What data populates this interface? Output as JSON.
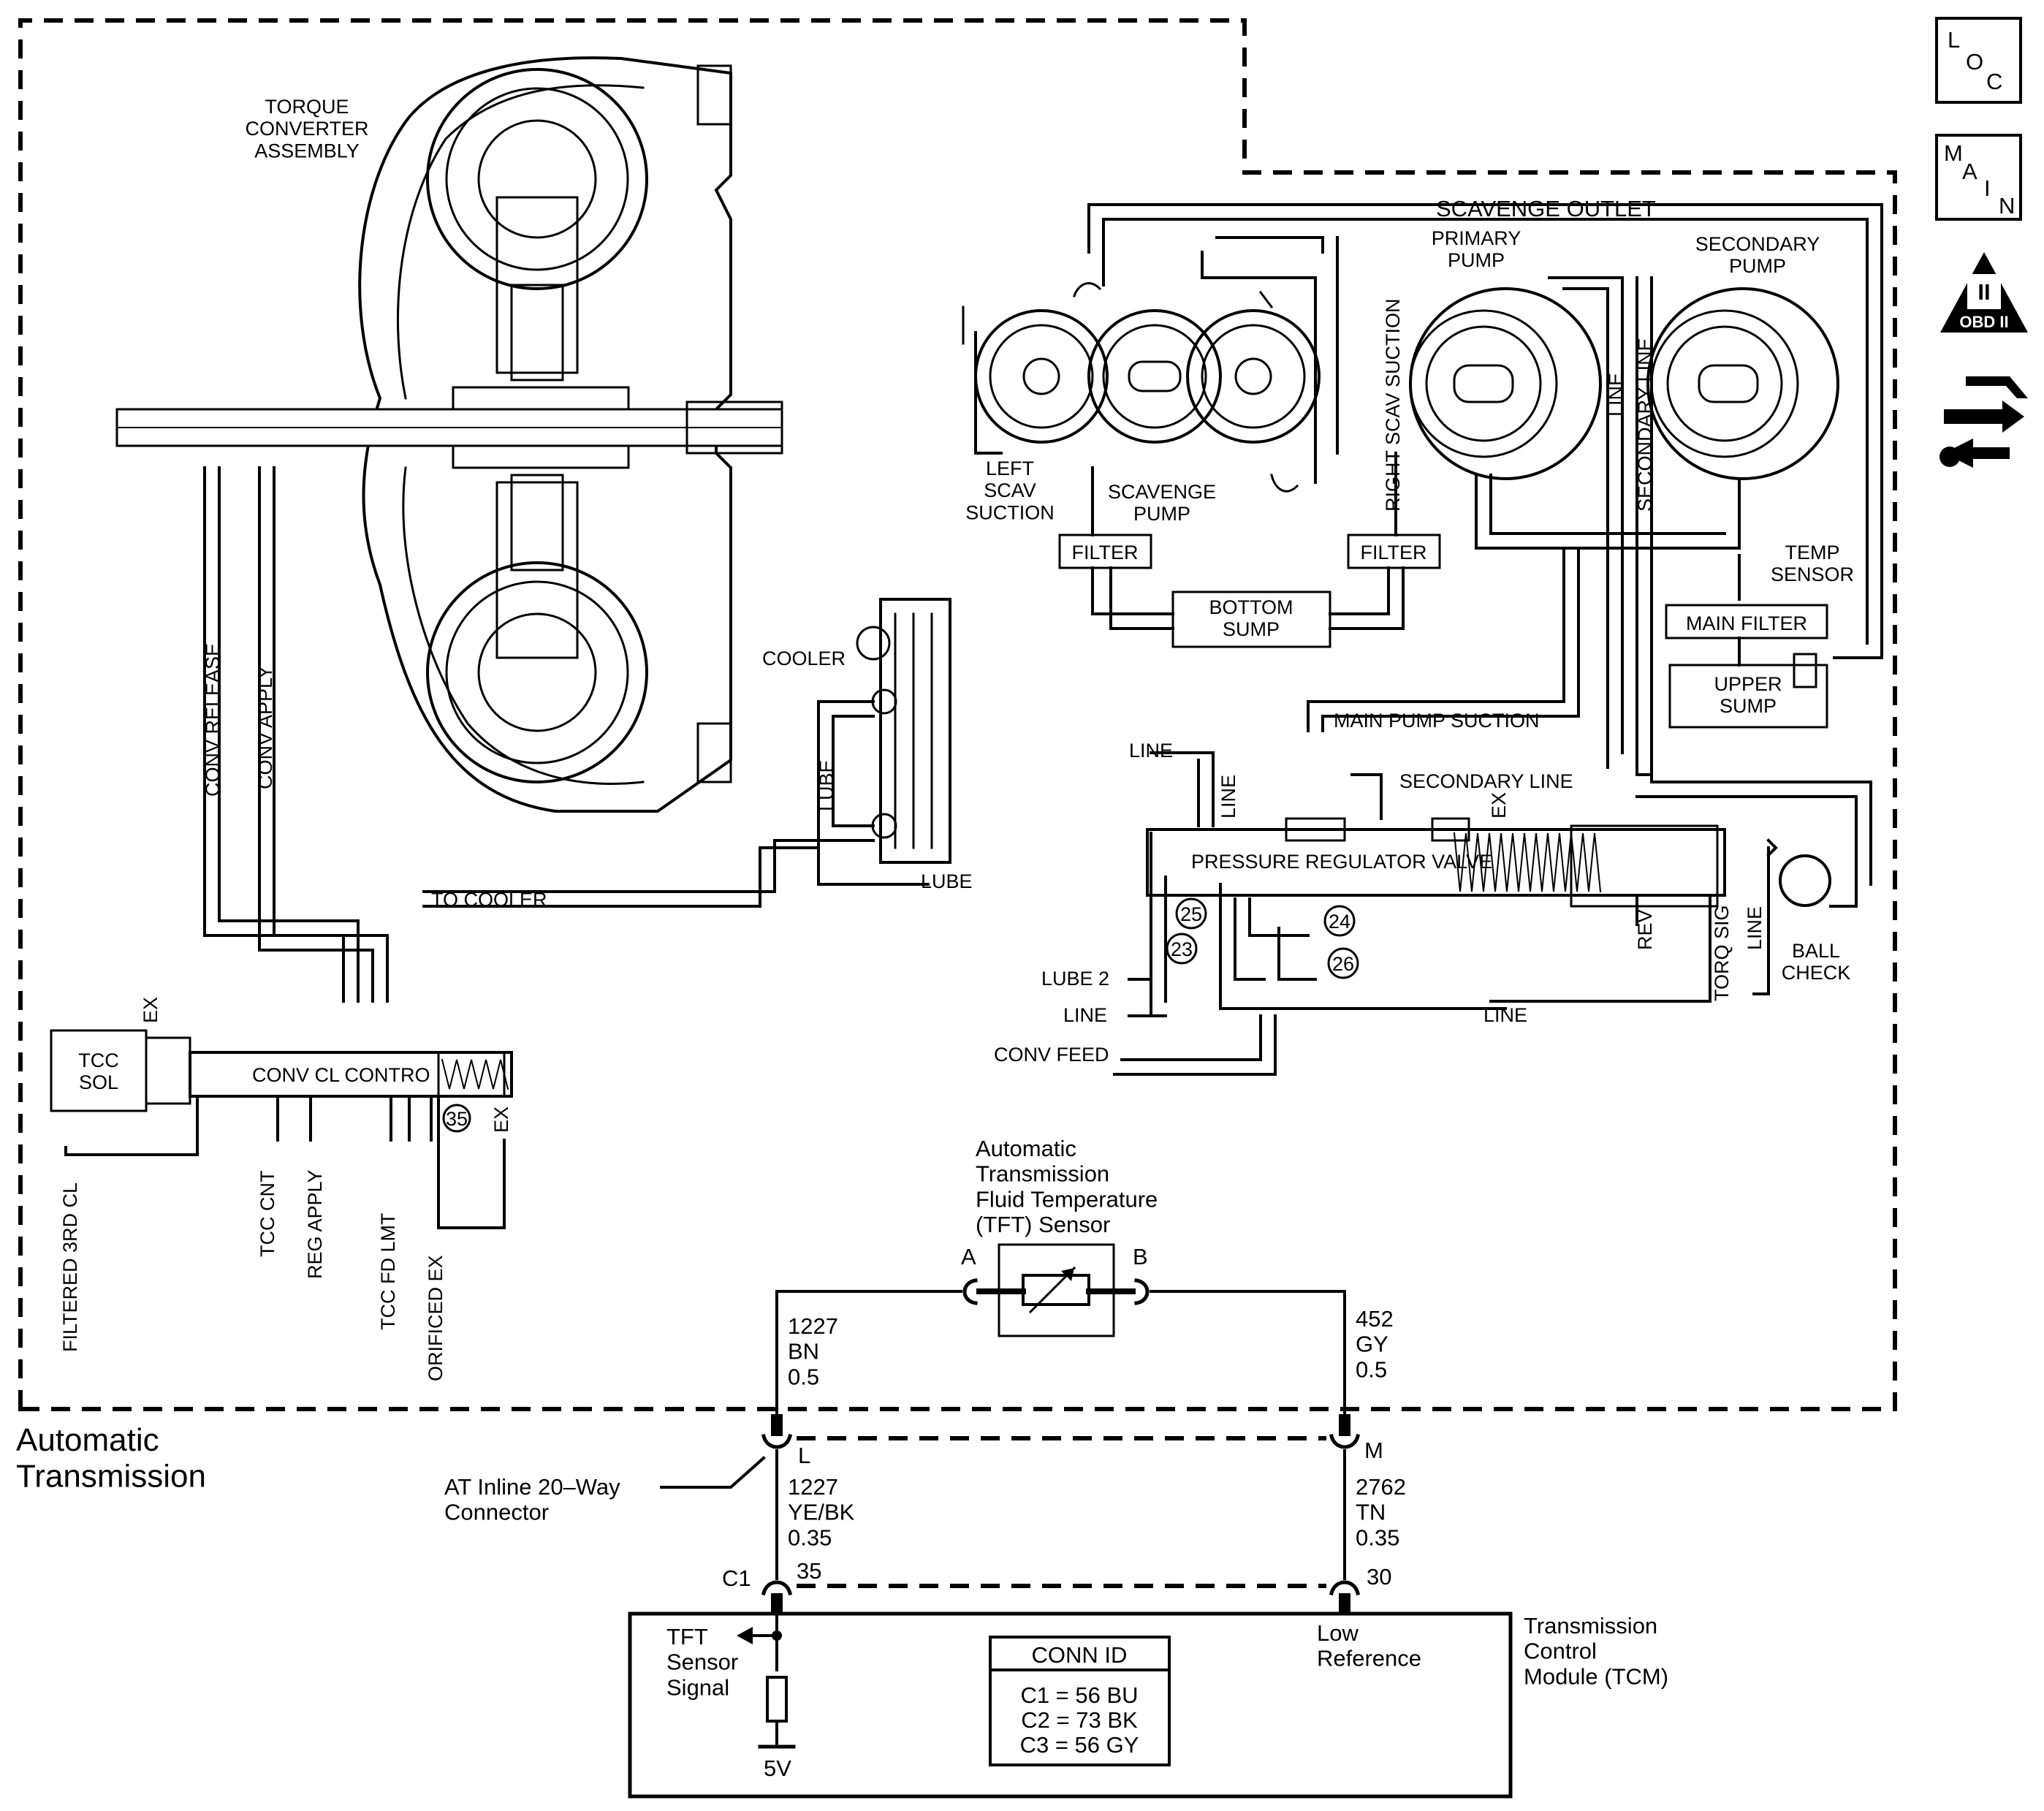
{
  "hydraulics": {
    "torque_converter": "TORQUE\nCONVERTER\nASSEMBLY",
    "conv_release": "CONV RELEASE",
    "conv_apply": "CONV APPLY",
    "cooler": "COOLER",
    "lube": "LUBE",
    "to_cooler": "TO COOLER",
    "tcc_sol": "TCC\nSOL",
    "conv_cl_contro": "CONV CL CONTRO",
    "ex": "EX",
    "port_35": "35",
    "filtered_3rd_cl": "FILTERED 3RD CL",
    "tcc_cnt": "TCC CNT",
    "reg_apply": "REG APPLY",
    "tcc_fd_lmt": "TCC FD LMT",
    "orificed_ex": "ORIFICED EX",
    "scavenge_outlet": "SCAVENGE OUTLET",
    "primary_pump": "PRIMARY\nPUMP",
    "secondary_pump": "SECONDARY\nPUMP",
    "left_scav_suction": "LEFT\nSCAV\nSUCTION",
    "scavenge_pump": "SCAVENGE\nPUMP",
    "right_scav_suction": "RIGHT SCAV SUCTION",
    "line": "LINE",
    "secondary_line": "SECONDARY LINE",
    "filter": "FILTER",
    "bottom_sump": "BOTTOM\nSUMP",
    "temp_sensor": "TEMP\nSENSOR",
    "main_filter": "MAIN FILTER",
    "upper_sump": "UPPER\nSUMP",
    "main_pump_suction": "MAIN PUMP SUCTION",
    "pressure_regulator_valve": "PRESSURE REGULATOR VALVE",
    "lube_2": "LUBE 2",
    "conv_feed": "CONV FEED",
    "rev": "REV",
    "torq_sig": "TORQ SIG",
    "ball_check": "BALL\nCHECK",
    "ports": [
      "25",
      "23",
      "24",
      "26"
    ]
  },
  "electrical": {
    "sensor_name": "Automatic\nTransmission\nFluid Temperature\n(TFT) Sensor",
    "pin_a": "A",
    "pin_b": "B",
    "wire_left_upper": "1227\nBN\n0.5",
    "wire_right_upper": "452\nGY\n0.5",
    "pin_l": "L",
    "pin_m": "M",
    "connector_callout": "AT Inline 20–Way\nConnector",
    "wire_left_lower": "1227\nYE/BK\n0.35",
    "wire_right_lower": "2762\nTN\n0.35",
    "c1": "C1",
    "pin_35": "35",
    "pin_30": "30",
    "module_name": "Transmission\nControl\nModule (TCM)",
    "signal_label": "TFT\nSensor\nSignal",
    "low_reference": "Low\nReference",
    "conn_id_title": "CONN ID",
    "conn_ids": [
      "C1 = 56 BU",
      "C2 = 73 BK",
      "C3 = 56 GY"
    ],
    "supply": "5V"
  },
  "section_label": "Automatic\nTransmission",
  "nav": {
    "loc_letters": [
      "L",
      "O",
      "C"
    ],
    "main_letters": [
      "M",
      "A",
      "I",
      "N"
    ],
    "obd_roman": "II",
    "obd_text": "OBD II"
  }
}
